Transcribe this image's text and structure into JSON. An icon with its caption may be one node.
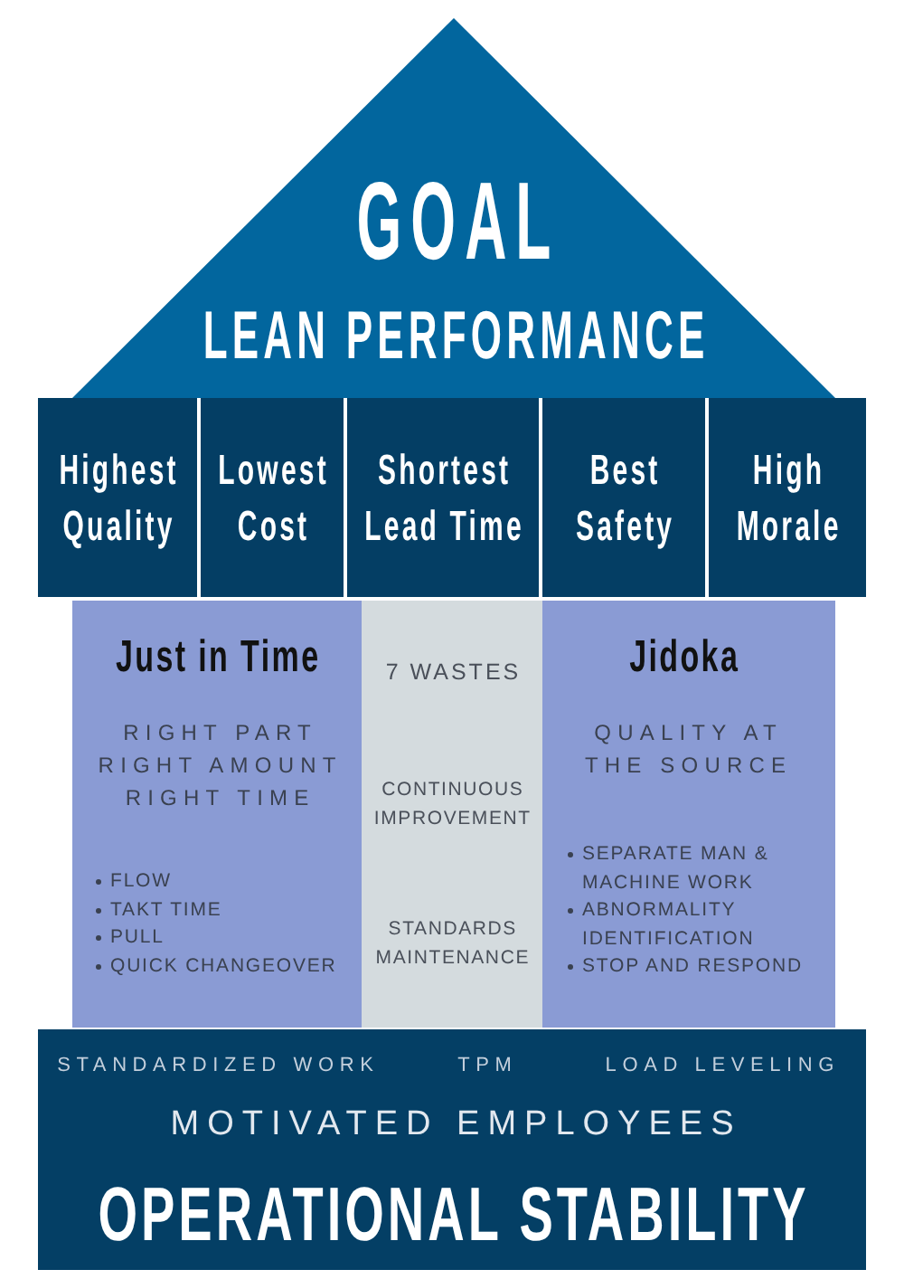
{
  "diagram": {
    "nodes": [
      {
        "text": [
          "GOAL",
          "LEAN PERFORMANCE"
        ]
      },
      {
        "text": [
          "Highest Quality"
        ]
      },
      {
        "text": [
          "Lowest Cost"
        ]
      },
      {
        "text": [
          "Shortest Lead Time"
        ]
      },
      {
        "text": [
          "Best Safety"
        ]
      },
      {
        "text": [
          "High Morale"
        ]
      },
      {
        "text": [
          "Just in Time",
          "RIGHT PART RIGHT AMOUNT RIGHT TIME",
          "FLOW",
          "TAKT TIME",
          "PULL",
          "QUICK CHANGEOVER"
        ]
      },
      {
        "text": [
          "7 WASTES",
          "CONTINUOUS IMPROVEMENT",
          "STANDARDS MAINTENANCE"
        ]
      },
      {
        "text": [
          "Jidoka",
          "QUALITY AT THE SOURCE",
          "SEPARATE MAN & MACHINE WORK",
          "ABNORMALITY IDENTIFICATION",
          "STOP AND RESPOND"
        ]
      },
      {
        "text": [
          "STANDARDIZED WORK",
          "TPM",
          "LOAD LEVELING",
          "MOTIVATED EMPLOYEES",
          "OPERATIONAL STABILITY"
        ]
      }
    ]
  }
}
